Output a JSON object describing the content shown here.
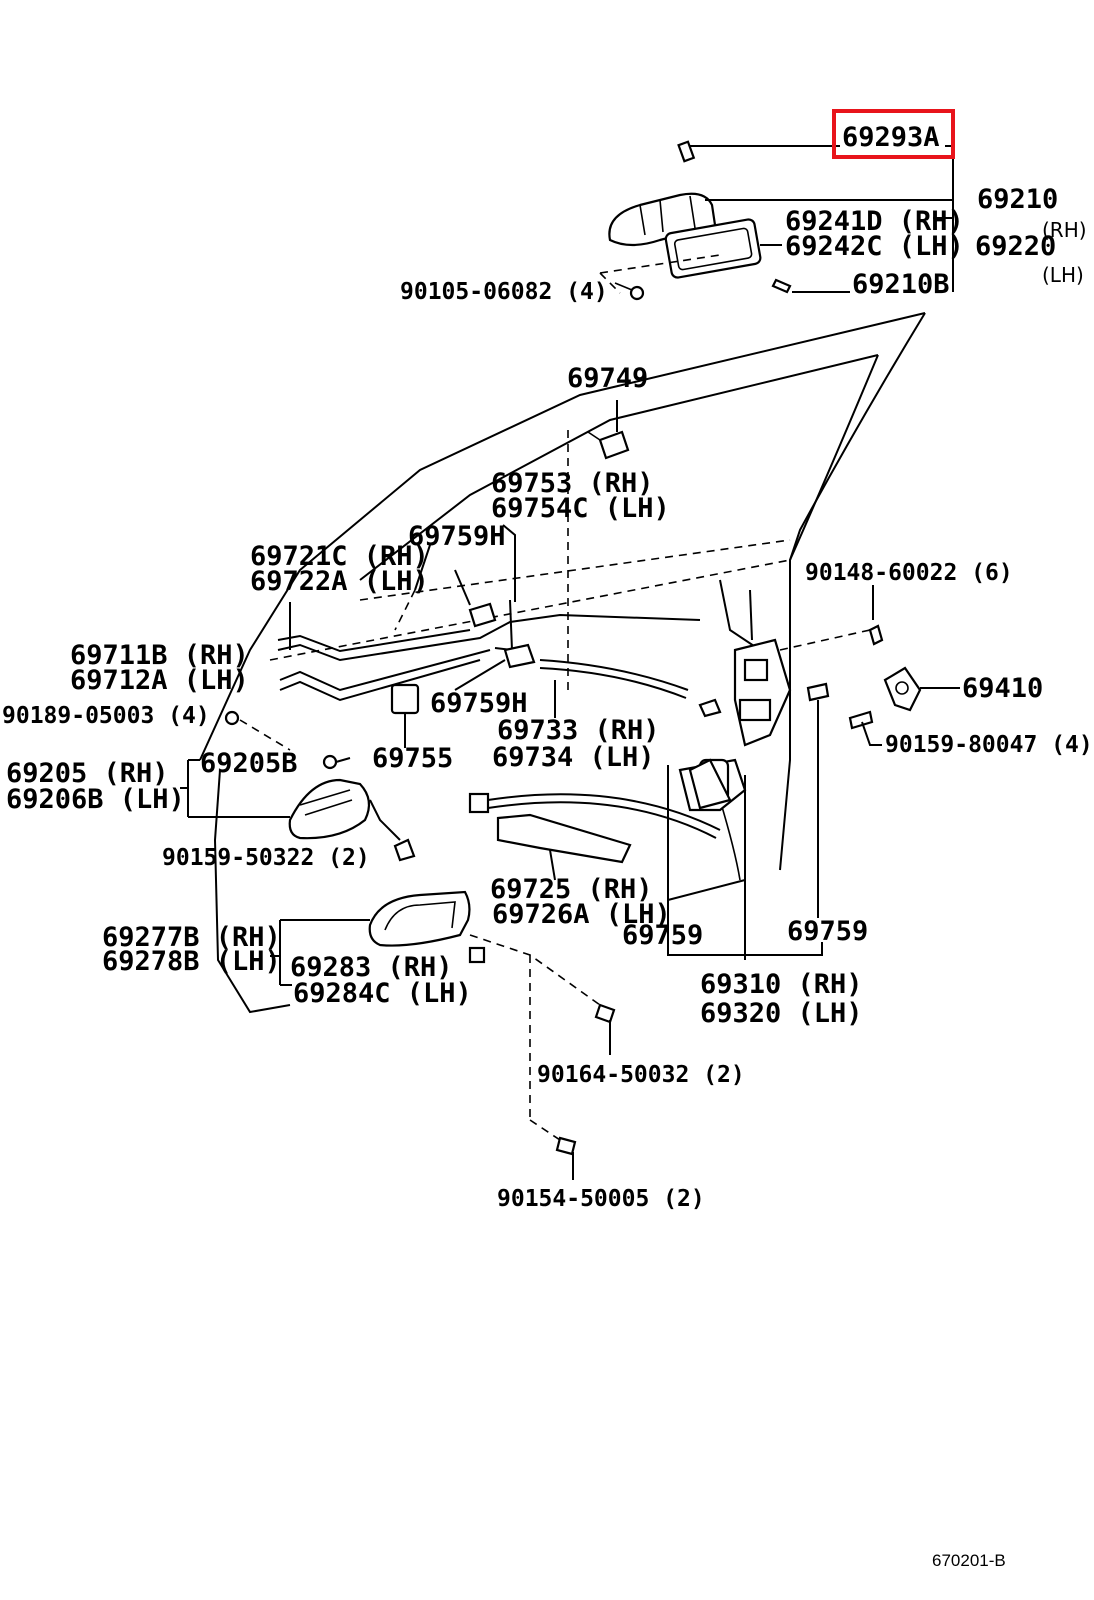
{
  "highlight_color": "#e8141b",
  "labels": {
    "p69293a": "69293A",
    "p69210": "69210",
    "p69241d": "69241D (RH)",
    "p69242c": "69242C (LH)",
    "p69220": "69220",
    "note_rh": "(RH)",
    "note_lh": "(LH)",
    "p90105": "90105-06082 (4)",
    "p69210b": "69210B",
    "p69749": "69749",
    "p69753": "69753 (RH)",
    "p69754c": "69754C (LH)",
    "p69759h_top": "69759H",
    "p69721c": "69721C (RH)",
    "p69722a": "69722A (LH)",
    "p90148": "90148-60022 (6)",
    "p69711b": "69711B (RH)",
    "p69712a": "69712A (LH)",
    "p69759h_mid": "69759H",
    "p69410": "69410",
    "p90189": "90189-05003 (4)",
    "p69733": "69733 (RH)",
    "p69734": "69734 (LH)",
    "p90159_80047": "90159-80047 (4)",
    "p69205": "69205 (RH)",
    "p69206b": "69206B (LH)",
    "p69205b": "69205B",
    "p69755": "69755",
    "p90159_50322": "90159-50322 (2)",
    "p69725": "69725 (RH)",
    "p69726a": "69726A (LH)",
    "p69277b": "69277B (RH)",
    "p69278b": "69278B (LH)",
    "p69759_left": "69759",
    "p69759_right": "69759",
    "p69283": "69283 (RH)",
    "p69284c": "69284C (LH)",
    "p69310": "69310 (RH)",
    "p69320": "69320 (LH)",
    "p90164": "90164-50032 (2)",
    "p90154": "90154-50005 (2)",
    "ref": "670201-B"
  }
}
